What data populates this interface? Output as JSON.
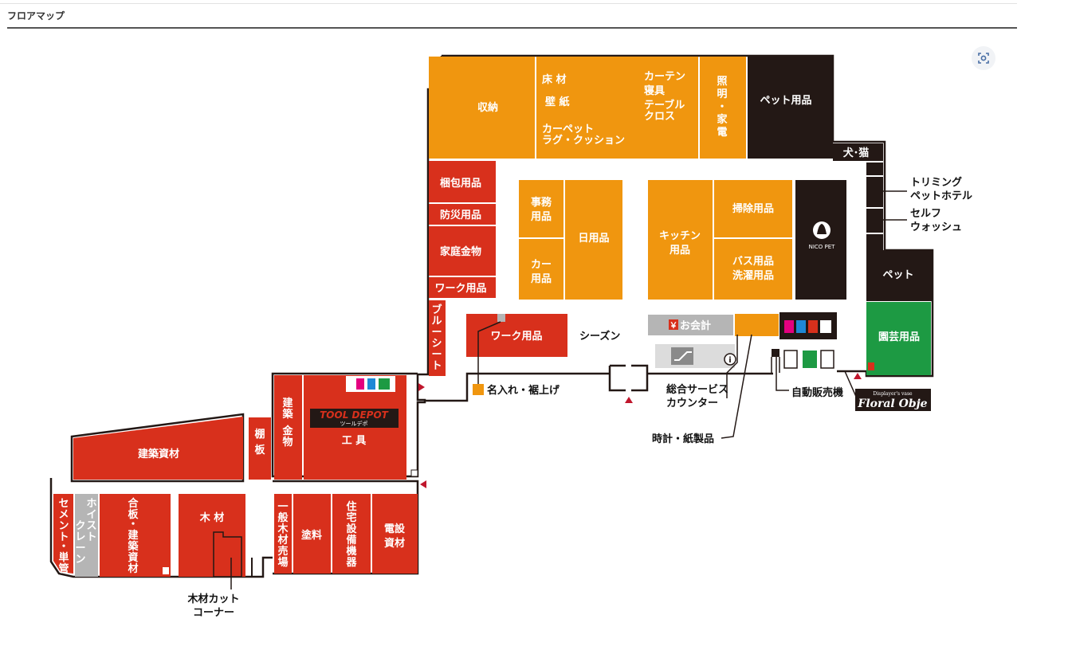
{
  "header": {
    "title": "フロアマップ"
  },
  "colors": {
    "orange": "#f0960f",
    "red": "#d8301c",
    "black": "#231815",
    "green": "#1d9a43",
    "gray": "#b5b5b5"
  },
  "brand": {
    "tool_depot": "TOOL DEPOT",
    "tool_depot_kana": "ツールデポ",
    "nico_pet": "NICO PET",
    "floral_small": "Displayer's vase",
    "floral": "Floral Obje"
  },
  "areas": {
    "shuno": "収納",
    "yukazai": "床 材",
    "hekishi": "壁 紙",
    "carpet_1": "カーペット",
    "carpet_2": "ラグ・クッション",
    "curtain_1": "カーテン",
    "curtain_2": "寝具",
    "curtain_3": "テーブル",
    "curtain_4": "クロス",
    "shomei_1": "照",
    "shomei_2": "明",
    "shomei_3": "・",
    "shomei_4": "家",
    "shomei_5": "電",
    "pet_goods": "ペット用品",
    "inu_neko": "犬･猫",
    "konpo": "梱包用品",
    "bosai": "防災用品",
    "katei": "家庭金物",
    "work1": "ワーク用品",
    "jimu_1": "事務",
    "jimu_2": "用品",
    "car_1": "カー",
    "car_2": "用品",
    "nichiyo": "日用品",
    "kitchen_1": "キッチン",
    "kitchen_2": "用品",
    "soji": "掃除用品",
    "bath_1": "バス用品",
    "bath_2": "洗濯用品",
    "pet": "ペット",
    "engei": "園芸用品",
    "blue_sheet": [
      "ブ",
      "ル",
      "ー",
      "シ",
      "ー",
      "ト"
    ],
    "work2": "ワーク用品",
    "season": "シーズン",
    "okaikei": "お会計",
    "yen": "￥",
    "trimming_1": "トリミング",
    "trimming_2": "ペットホテル",
    "self_1": "セルフ",
    "self_2": "ウォッシュ",
    "naire": "名入れ・裾上げ",
    "sogo_1": "総合サービス",
    "sogo_2": "カウンター",
    "jihanki": "自動販売機",
    "tokei": "時計・紙製品",
    "kenchiku_kanamono": [
      "建",
      "築",
      "金",
      "物"
    ],
    "kougu": "工 具",
    "tana": [
      "棚",
      "板"
    ],
    "kenchiku_shizai": "建築資材",
    "cement": [
      "セ",
      "メ",
      "ン",
      "ト",
      "・",
      "単",
      "管"
    ],
    "hoist": [
      "ホ",
      "イ",
      "ス",
      "ト",
      "ク",
      "レ",
      "ー",
      "ン"
    ],
    "goban": [
      "合",
      "板",
      "・",
      "建",
      "築",
      "資",
      "材"
    ],
    "mokuzai": "木 材",
    "ippan": [
      "一",
      "般",
      "木",
      "材",
      "売",
      "場"
    ],
    "toryo": "塗料",
    "jutaku": [
      "住",
      "宅",
      "設",
      "備",
      "機",
      "器"
    ],
    "densetsu_1": "電設",
    "densetsu_2": "資材",
    "cut_1": "木材カット",
    "cut_2": "コーナー"
  }
}
